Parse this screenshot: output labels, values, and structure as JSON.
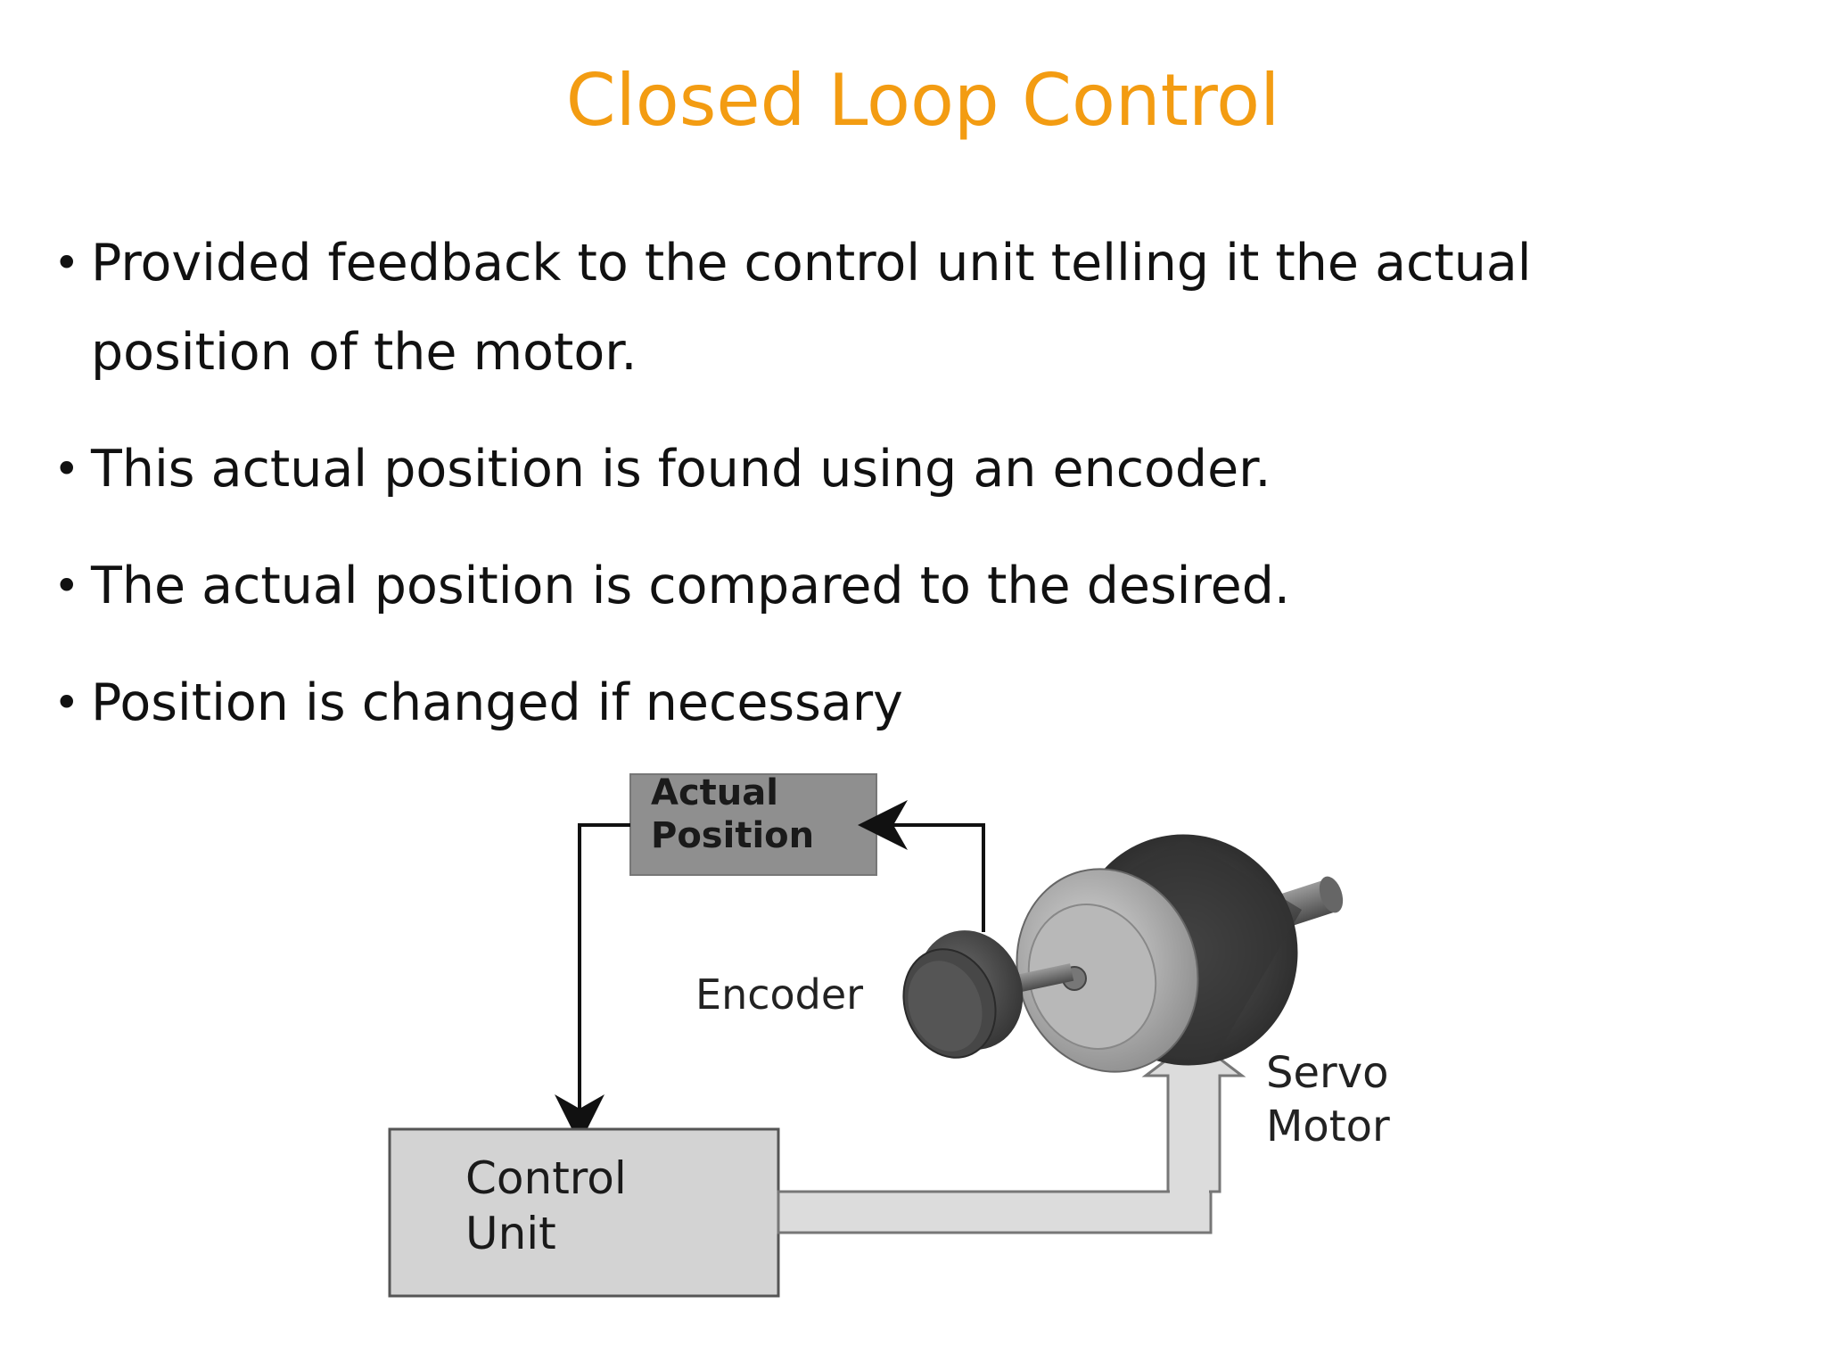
{
  "slide": {
    "title": "Closed Loop Control",
    "title_color": "#F39C12",
    "bullet_symbol": "•",
    "bullets": [
      "Provided feedback to the control unit telling it the actual position of the motor.",
      "This actual position is found using an encoder.",
      "The actual position is compared to the desired.",
      "Position is changed if necessary"
    ]
  },
  "diagram": {
    "actual_position_line1": "Actual",
    "actual_position_line2": "Position",
    "encoder": "Encoder",
    "servo_line1": "Servo",
    "servo_line2": "Motor",
    "control_line1": "Control",
    "control_line2": "Unit",
    "colors": {
      "actual_box_fill": "#8f8f8f",
      "control_box_fill": "#d3d3d3",
      "signal_pipe_fill": "#dcdcdc",
      "motor_body": "#3a3a3a",
      "motor_cap": "#b5b5b5"
    }
  }
}
